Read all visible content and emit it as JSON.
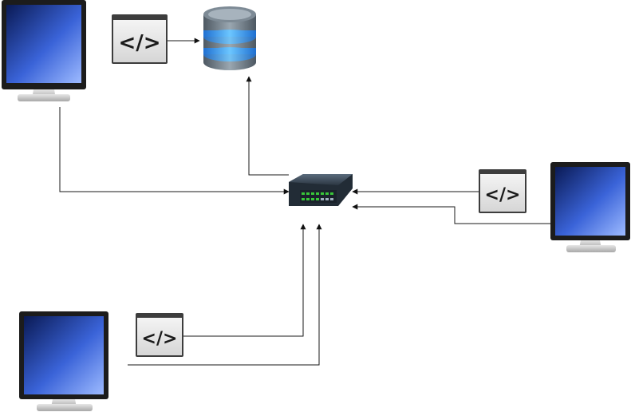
{
  "code_icon": {
    "glyph": "</>"
  },
  "colors": {
    "connector": "#1a1a1a",
    "screen_dark": "#0a1f5c",
    "screen_light": "#8fb0ff",
    "monitor_frame": "#222222",
    "monitor_stand": "#c8c8c8",
    "db_top": "#6f7f8c",
    "db_band": "#3fa9ff",
    "switch_body": "#2a3440",
    "switch_port_led": "#39c639"
  },
  "nodes": [
    {
      "id": "monitor-top-left",
      "kind": "monitor"
    },
    {
      "id": "monitor-right",
      "kind": "monitor"
    },
    {
      "id": "monitor-bottom-left",
      "kind": "monitor"
    },
    {
      "id": "code-window-top",
      "kind": "code-window"
    },
    {
      "id": "code-window-right",
      "kind": "code-window"
    },
    {
      "id": "code-window-bottom",
      "kind": "code-window"
    },
    {
      "id": "database",
      "kind": "database"
    },
    {
      "id": "network-switch",
      "kind": "switch"
    }
  ]
}
